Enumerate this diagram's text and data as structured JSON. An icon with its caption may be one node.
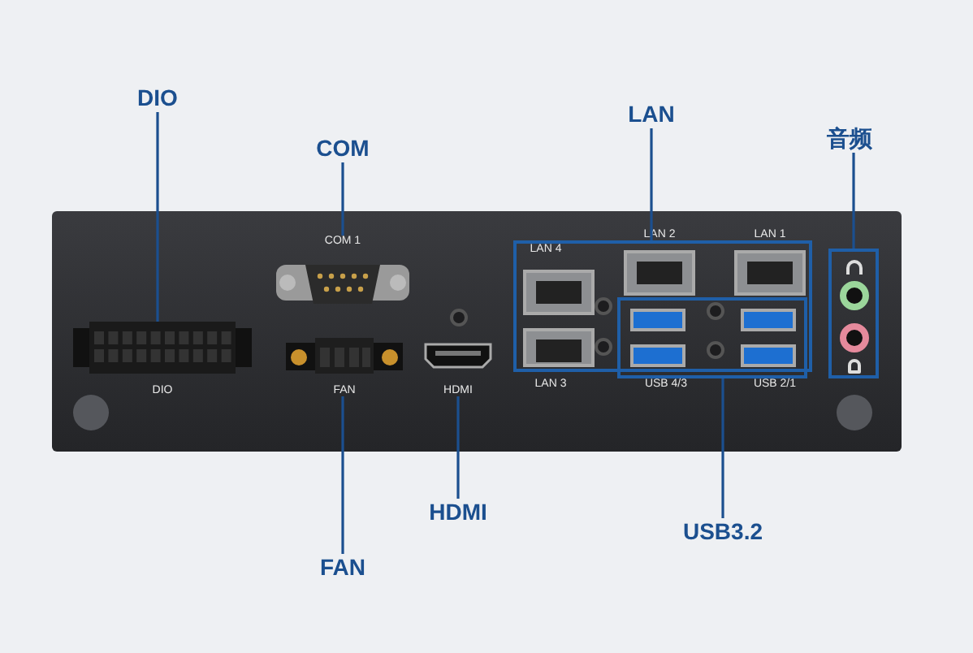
{
  "diagram": {
    "nodes": [
      {
        "text": [
          "DIO"
        ]
      },
      {
        "text": [
          "COM"
        ]
      },
      {
        "text": [
          "LAN"
        ]
      },
      {
        "text": [
          "音频"
        ]
      },
      {
        "text": [
          "HDMI"
        ]
      },
      {
        "text": [
          "FAN"
        ]
      },
      {
        "text": [
          "USB3.2"
        ]
      },
      {
        "text": [
          "DIO"
        ]
      },
      {
        "text": [
          "COM 1"
        ]
      },
      {
        "text": [],
        "shape": "box"
      },
      {
        "text": [],
        "shape": "box"
      },
      {
        "text": [
          "HDMI"
        ]
      },
      {
        "text": [
          "FAN"
        ]
      },
      {
        "text": [],
        "shape": "box"
      }
    ],
    "edges": [
      {
        "from": 0,
        "to": 7,
        "arrow": "none"
      },
      {
        "from": 1,
        "to": 8,
        "arrow": "none"
      },
      {
        "from": 2,
        "to": 9,
        "arrow": "none"
      },
      {
        "from": 3,
        "to": 10,
        "arrow": "none"
      },
      {
        "from": 4,
        "to": 11,
        "arrow": "none"
      },
      {
        "from": 5,
        "to": 12,
        "arrow": "none"
      },
      {
        "from": 6,
        "to": 13,
        "arrow": "none"
      }
    ],
    "labels": [
      "LAN 4",
      "LAN 2",
      "LAN 1",
      "LAN 3",
      "USB 4/3",
      "USB 2/1"
    ]
  }
}
